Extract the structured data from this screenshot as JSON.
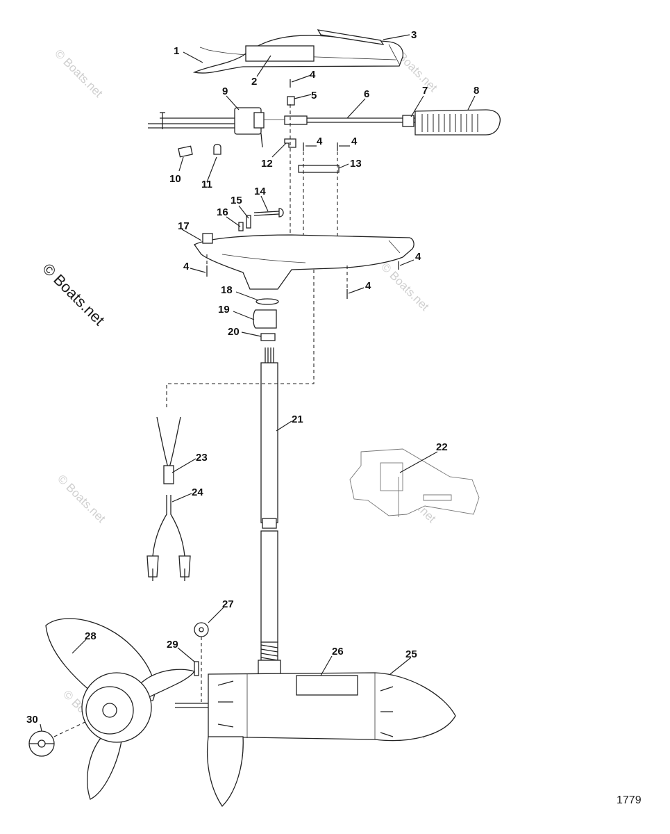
{
  "watermark": "© Boats.net",
  "figure_code": "1779",
  "callouts": {
    "c1": "1",
    "c2": "2",
    "c3": "3",
    "c4a": "4",
    "c4b": "4",
    "c4c": "4",
    "c4d": "4",
    "c4e": "4",
    "c4f": "4",
    "c5": "5",
    "c6": "6",
    "c7": "7",
    "c8": "8",
    "c9": "9",
    "c10": "10",
    "c11": "11",
    "c12": "12",
    "c13": "13",
    "c14": "14",
    "c15": "15",
    "c16": "16",
    "c17": "17",
    "c18": "18",
    "c19": "19",
    "c20": "20",
    "c21": "21",
    "c22": "22",
    "c23": "23",
    "c24": "24",
    "c25": "25",
    "c26": "26",
    "c27": "27",
    "c28": "28",
    "c29": "29",
    "c30": "30"
  }
}
